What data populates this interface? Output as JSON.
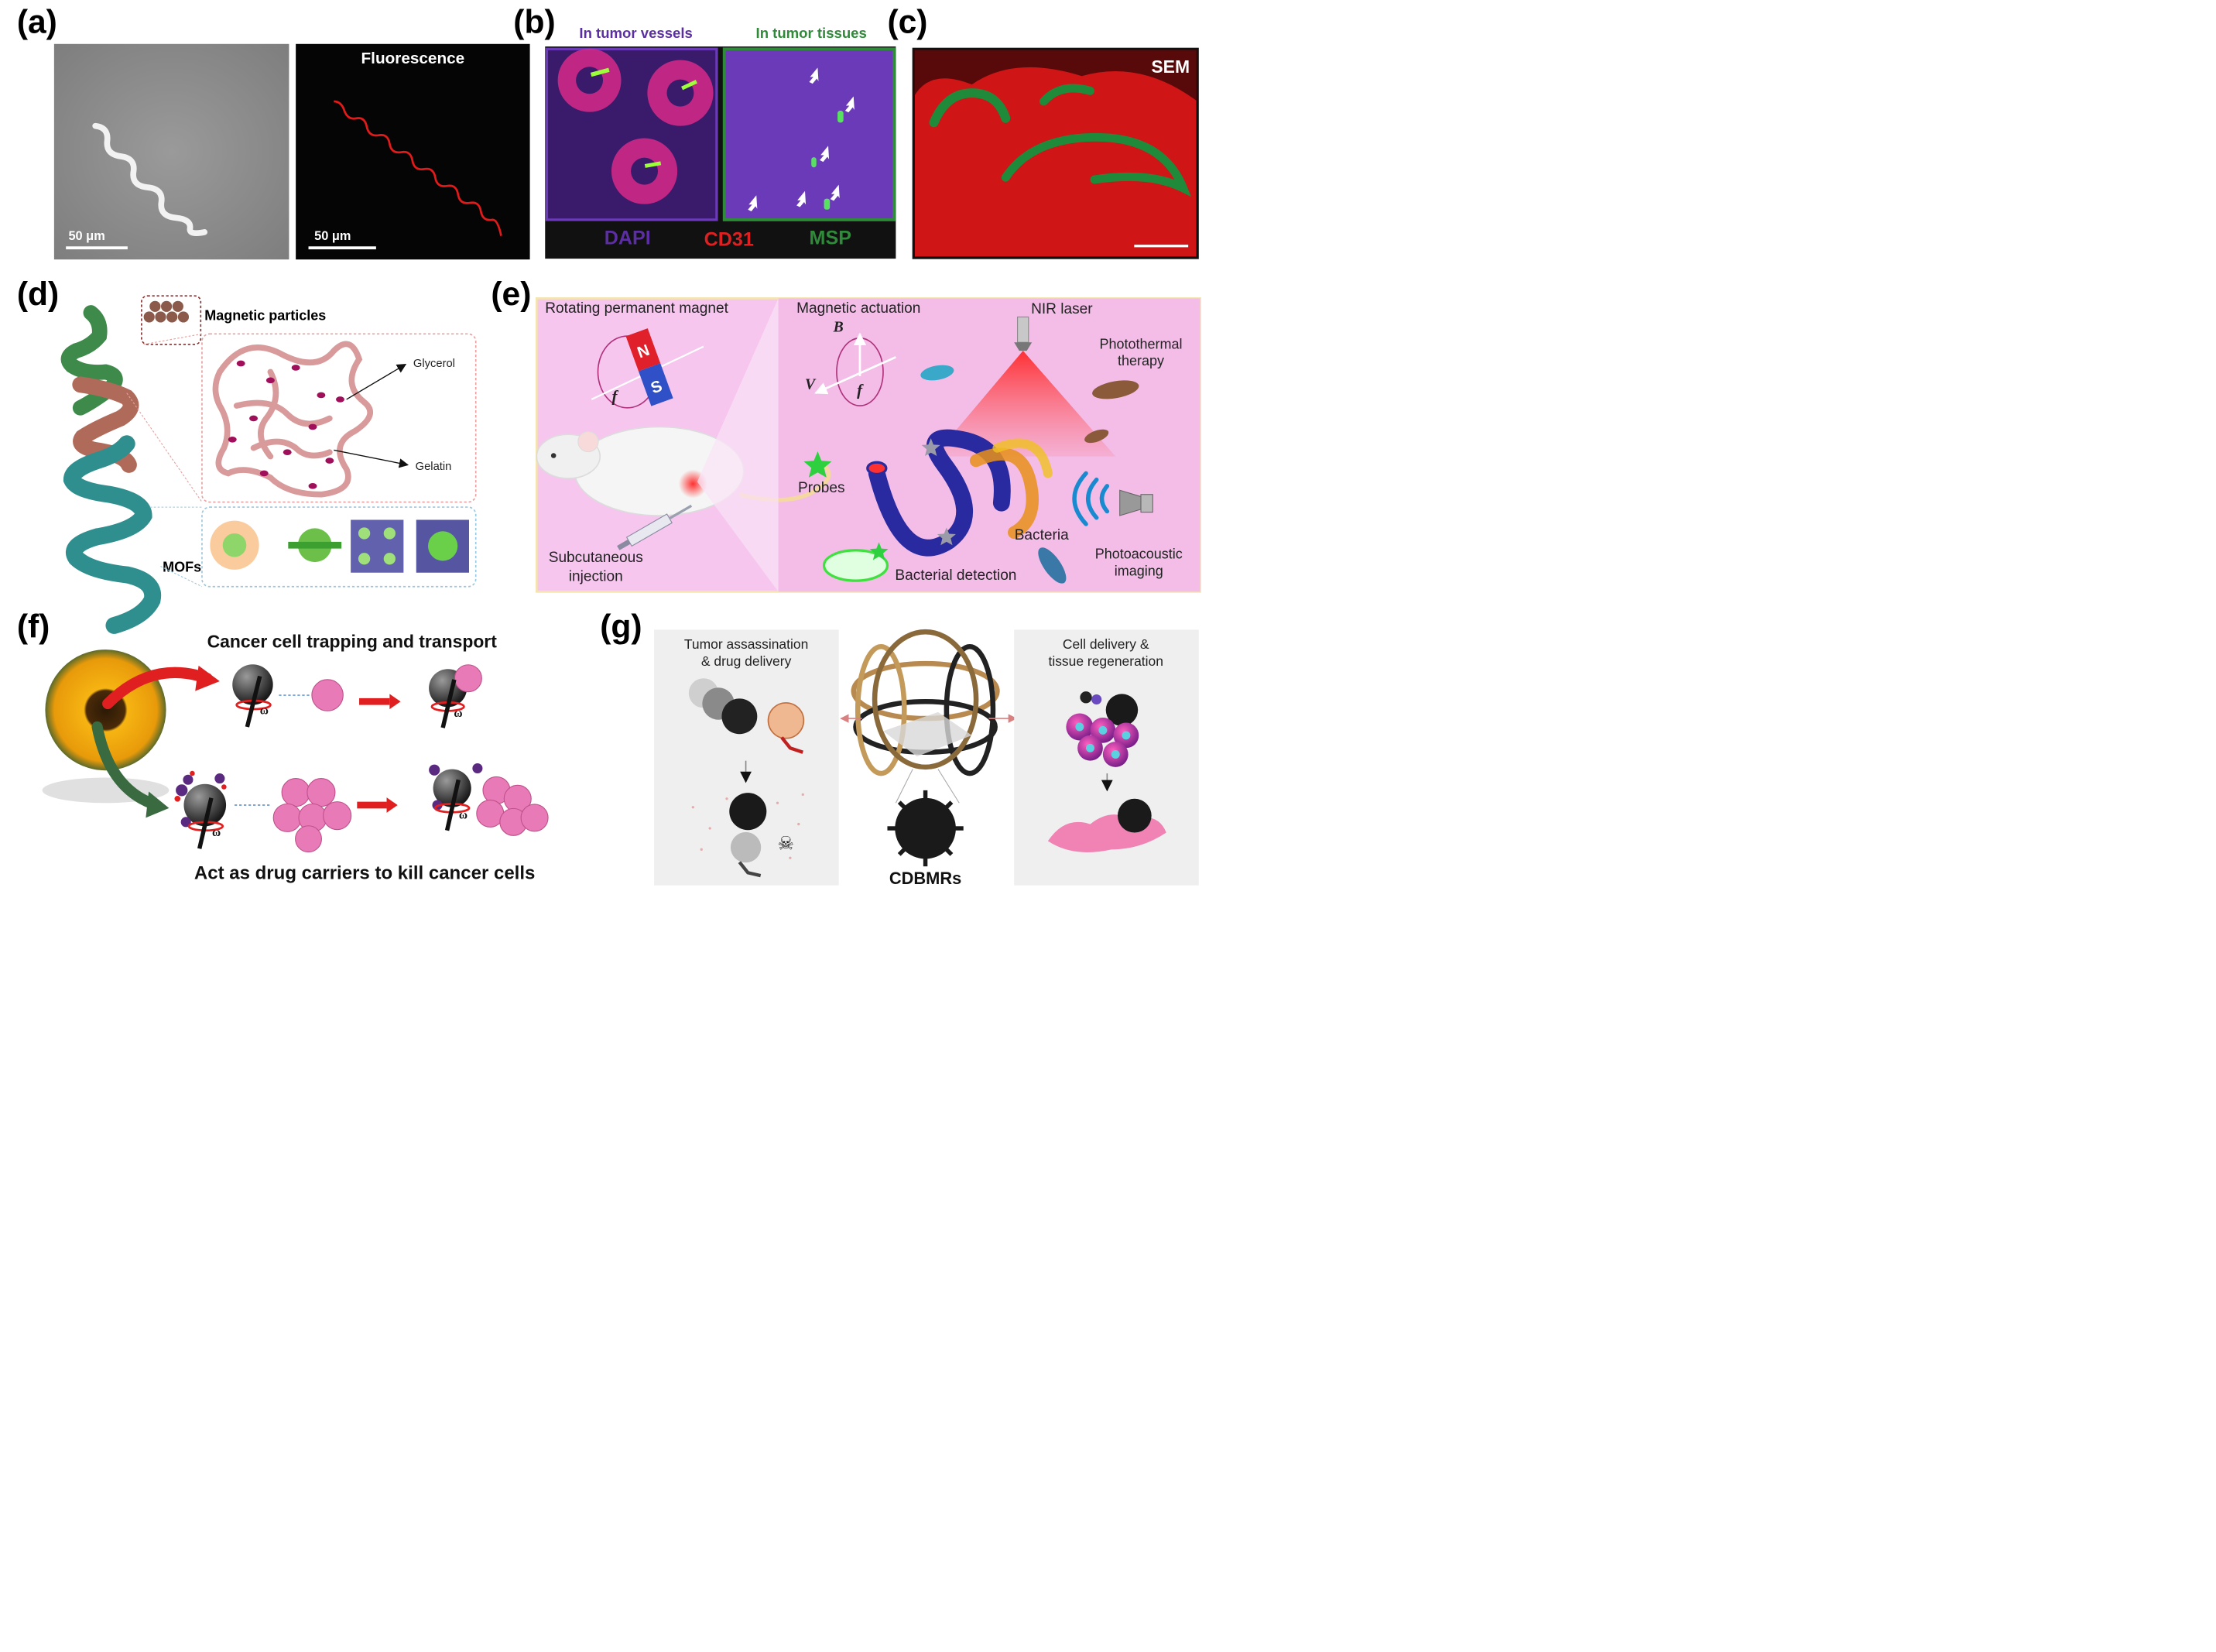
{
  "colors": {
    "purple": "#5b2fa3",
    "green": "#2f8a3a",
    "red": "#e02020",
    "pink_panel": "#f6c6ef",
    "panel_gray": "#efefef"
  },
  "panel_a": {
    "label": "(a)",
    "fluorescence_title": "Fluorescence",
    "scalebar_left": "50 μm",
    "scalebar_right": "50 μm"
  },
  "panel_b": {
    "label": "(b)",
    "title_vessels": "In tumor vessels",
    "title_tissues": "In tumor tissues",
    "legend_dapi": "DAPI",
    "legend_cd31": "CD31",
    "legend_msp": "MSP"
  },
  "panel_c": {
    "label": "(c)",
    "sem_tag": "SEM"
  },
  "panel_d": {
    "label": "(d)",
    "magnetic_particles": "Magnetic particles",
    "glycerol": "Glycerol",
    "gelatin": "Gelatin",
    "mofs": "MOFs"
  },
  "panel_e": {
    "label": "(e)",
    "rotating_magnet": "Rotating permanent magnet",
    "magnet_n": "N",
    "magnet_s": "S",
    "f_left": "f",
    "subcutaneous_line1": "Subcutaneous",
    "subcutaneous_line2": "injection",
    "magnetic_actuation": "Magnetic actuation",
    "b_symbol": "B",
    "v_symbol": "V",
    "f_right": "f",
    "nir_laser": "NIR laser",
    "photothermal_line1": "Photothermal",
    "photothermal_line2": "therapy",
    "probes": "Probes",
    "bacteria": "Bacteria",
    "photoacoustic_line1": "Photoacoustic",
    "photoacoustic_line2": "imaging",
    "bacterial_detection": "Bacterial detection"
  },
  "panel_f": {
    "label": "(f)",
    "top_title": "Cancer cell trapping and transport",
    "bottom_title": "Act as drug carriers to kill cancer cells",
    "omega": "ω"
  },
  "panel_g": {
    "label": "(g)",
    "left_line1": "Tumor assassination",
    "left_line2": "& drug delivery",
    "right_line1": "Cell delivery &",
    "right_line2": "tissue regeneration",
    "center_label": "CDBMRs",
    "skull": "☠"
  }
}
